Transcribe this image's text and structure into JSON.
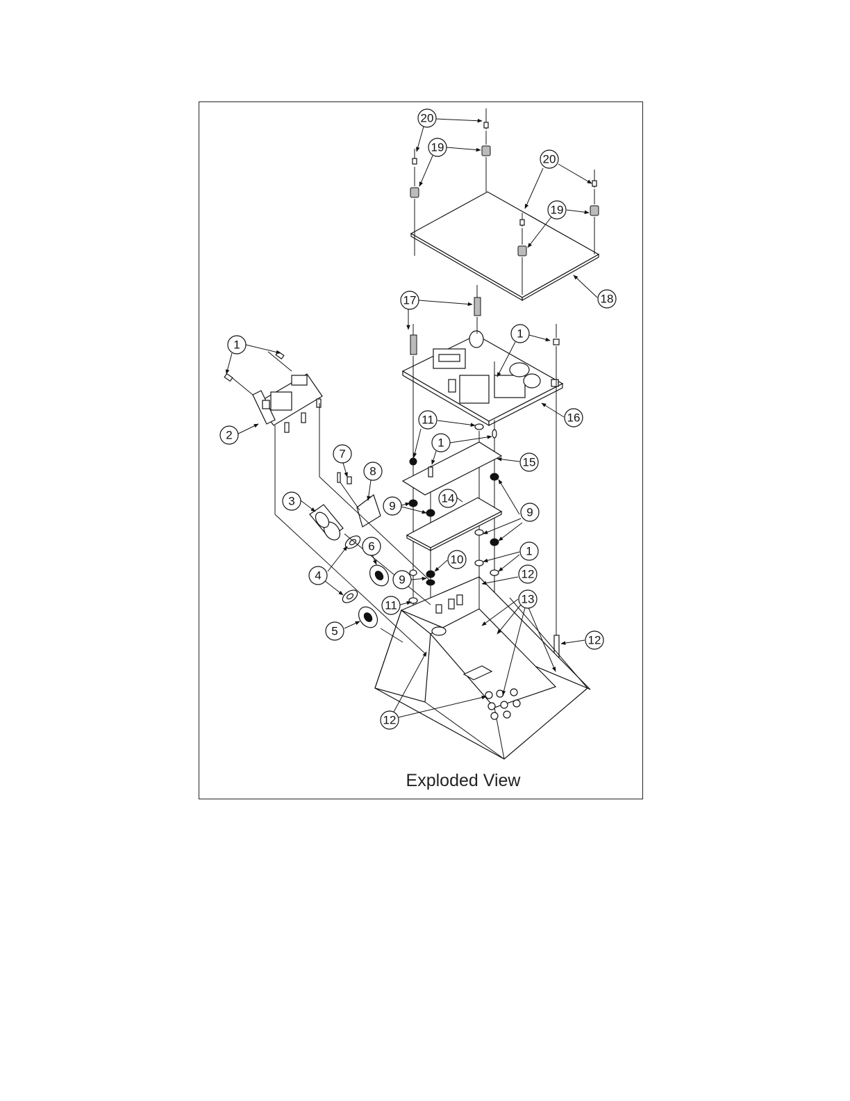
{
  "figure": {
    "caption": "Exploded View",
    "callouts": {
      "c1a": "1",
      "c1b": "1",
      "c1c": "1",
      "c1d": "1",
      "c2": "2",
      "c3": "3",
      "c4": "4",
      "c5": "5",
      "c6": "6",
      "c7": "7",
      "c8": "8",
      "c9a": "9",
      "c9b": "9",
      "c9c": "9",
      "c10": "10",
      "c11a": "11",
      "c11b": "11",
      "c12a": "12",
      "c12b": "12",
      "c12c": "12",
      "c13": "13",
      "c14": "14",
      "c15": "15",
      "c16": "16",
      "c17": "17",
      "c18": "18",
      "c19a": "19",
      "c19b": "19",
      "c20a": "20",
      "c20b": "20"
    }
  }
}
